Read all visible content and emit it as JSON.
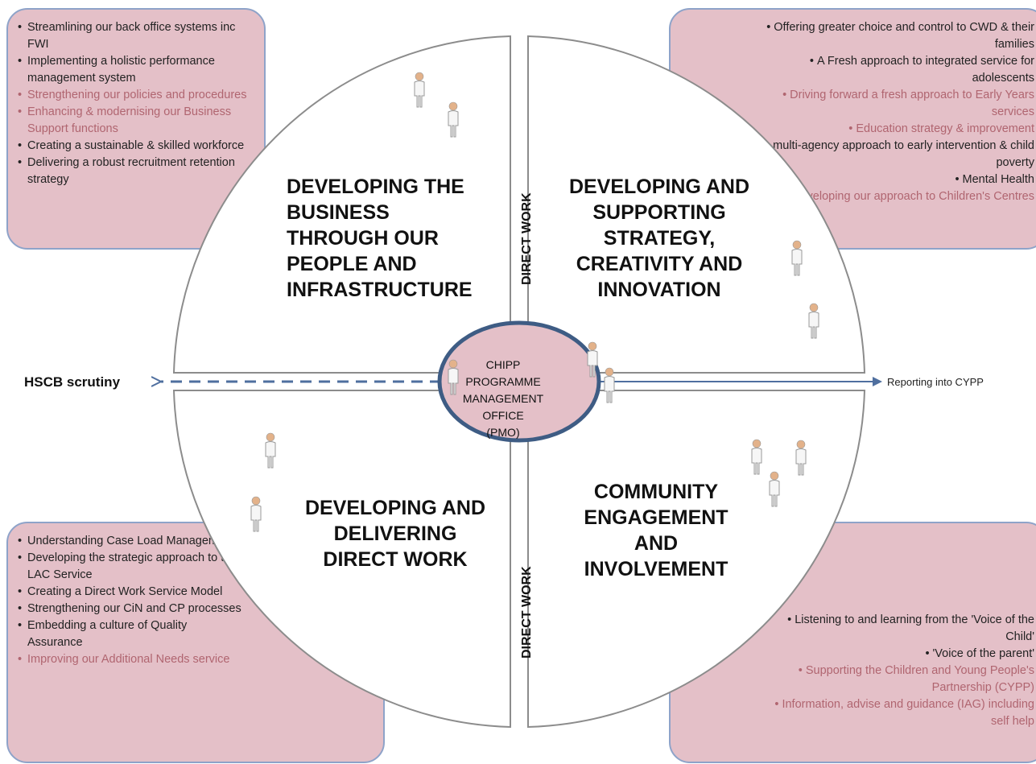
{
  "quadrants": {
    "top_left": {
      "title_lines": [
        "DEVELOPING THE",
        "BUSINESS",
        "THROUGH OUR",
        "PEOPLE AND",
        "INFRASTRUCTURE"
      ],
      "items": [
        {
          "text": "Streamlining our back office systems inc FWI",
          "highlight": false
        },
        {
          "text": "Implementing a holistic performance management system",
          "highlight": false
        },
        {
          "text": "Strengthening our policies and procedures",
          "highlight": true
        },
        {
          "text": "Enhancing & modernising our Business Support functions",
          "highlight": true
        },
        {
          "text": "Creating a sustainable & skilled workforce",
          "highlight": false
        },
        {
          "text": "Delivering a robust recruitment retention strategy",
          "highlight": false
        }
      ]
    },
    "top_right": {
      "title_lines": [
        "DEVELOPING AND",
        "SUPPORTING",
        "STRATEGY,",
        "CREATIVITY AND",
        "INNOVATION"
      ],
      "items": [
        {
          "text": "Offering greater choice and control to CWD & their families",
          "highlight": false
        },
        {
          "text": "A Fresh approach to integrated service for adolescents",
          "highlight": false
        },
        {
          "text": "Driving forward a fresh approach to Early Years services",
          "highlight": true
        },
        {
          "text": "Education strategy & improvement",
          "highlight": true
        },
        {
          "text": "A multi-agency approach to early intervention & child poverty",
          "highlight": false
        },
        {
          "text": "Mental Health",
          "highlight": false
        },
        {
          "text": "Developing our approach to Children's Centres",
          "highlight": true
        }
      ]
    },
    "bottom_left": {
      "title_lines": [
        "DEVELOPING AND",
        "DELIVERING",
        "DIRECT WORK"
      ],
      "items": [
        {
          "text": "Understanding Case Load Management",
          "highlight": false
        },
        {
          "text": "Developing the strategic approach to the LAC Service",
          "highlight": false
        },
        {
          "text": "Creating a Direct Work Service Model",
          "highlight": false
        },
        {
          "text": "Strengthening our CiN and CP processes",
          "highlight": false
        },
        {
          "text": "Embedding a culture of Quality Assurance",
          "highlight": false
        },
        {
          "text": "Improving our Additional Needs service",
          "highlight": true
        }
      ]
    },
    "bottom_right": {
      "title_lines": [
        "COMMUNITY",
        "ENGAGEMENT",
        "AND",
        "INVOLVEMENT"
      ],
      "items": [
        {
          "text": "Listening to and learning from the 'Voice of the Child'",
          "highlight": false
        },
        {
          "text": "'Voice of the parent'",
          "highlight": false
        },
        {
          "text": "Supporting the Children and Young People's Partnership (CYPP)",
          "highlight": true
        },
        {
          "text": "Information, advise and guidance (IAG) including self help",
          "highlight": true
        }
      ]
    }
  },
  "vertical_labels": {
    "top": "DIRECT WORK",
    "bottom": "DIRECT WORK"
  },
  "hub_lines": [
    "CHIPP",
    "PROGRAMME",
    "MANAGEMENT",
    "OFFICE",
    "(PMO)"
  ],
  "left_arrow_label": "HSCB scrutiny",
  "right_arrow_label": "Reporting into CYPP",
  "colors": {
    "panel_fill": "#e4c0c8",
    "panel_border": "#8ea3c9",
    "hub_fill": "#e4c0c8",
    "hub_border": "#3e5c84",
    "arrow": "#4f6f9f",
    "highlight_text": "#b06570"
  },
  "icons": [
    "person-figure-icon"
  ]
}
